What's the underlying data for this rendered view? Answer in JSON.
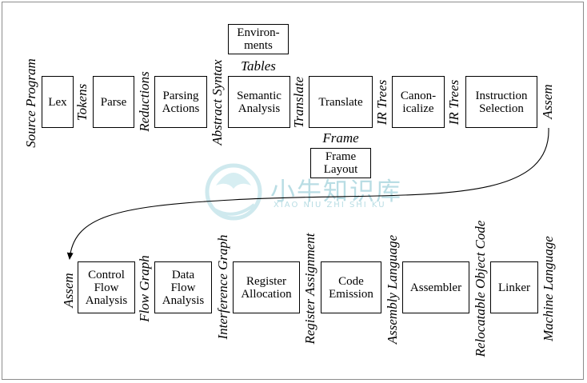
{
  "top_boxes": {
    "lex": "Lex",
    "parse": "Parse",
    "parsing_actions": "Parsing\nActions",
    "semantic_analysis": "Semantic\nAnalysis",
    "translate": "Translate",
    "canonicalize": "Canon-\nicalize",
    "instruction_selection": "Instruction\nSelection"
  },
  "side_boxes": {
    "environments": "Environ-\nments",
    "frame_layout": "Frame\nLayout"
  },
  "bottom_boxes": {
    "control_flow_analysis": "Control\nFlow\nAnalysis",
    "data_flow_analysis": "Data\nFlow\nAnalysis",
    "register_allocation": "Register\nAllocation",
    "code_emission": "Code\nEmission",
    "assembler": "Assembler",
    "linker": "Linker"
  },
  "top_labels": {
    "source_program": "Source Program",
    "tokens": "Tokens",
    "reductions": "Reductions",
    "abstract_syntax": "Abstract Syntax",
    "translate": "Translate",
    "ir_trees_1": "IR Trees",
    "ir_trees_2": "IR Trees",
    "assem": "Assem"
  },
  "bottom_labels": {
    "assem": "Assem",
    "flow_graph": "Flow Graph",
    "interference_graph": "Interference Graph",
    "register_assignment": "Register Assignment",
    "assembly_language": "Assembly Language",
    "relocatable_object_code": "Relocatable Object Code",
    "machine_language": "Machine Language"
  },
  "horizontal_labels": {
    "tables": "Tables",
    "frame": "Frame"
  },
  "watermark": {
    "title": "小牛知识库",
    "subtitle": "XIAO NIU ZHI SHI KU"
  }
}
